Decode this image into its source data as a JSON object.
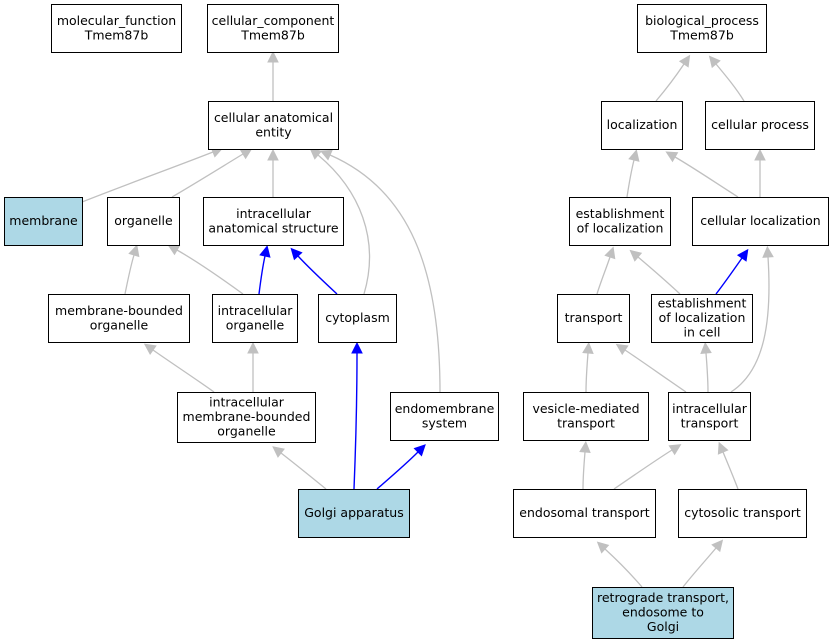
{
  "colors": {
    "highlight_fill": "#add8e6",
    "node_fill": "#ffffff",
    "edge_gray": "#c0c0c0",
    "edge_blue": "#0000ff"
  },
  "nodes": [
    {
      "id": "molecular_function",
      "lines": [
        "molecular_function",
        "Tmem87b"
      ],
      "highlight": false
    },
    {
      "id": "cellular_component",
      "lines": [
        "cellular_component",
        "Tmem87b"
      ],
      "highlight": false
    },
    {
      "id": "biological_process",
      "lines": [
        "biological_process",
        "Tmem87b"
      ],
      "highlight": false
    },
    {
      "id": "cellular_anatomical_entity",
      "lines": [
        "cellular anatomical",
        "entity"
      ],
      "highlight": false
    },
    {
      "id": "localization",
      "lines": [
        "localization"
      ],
      "highlight": false
    },
    {
      "id": "cellular_process",
      "lines": [
        "cellular process"
      ],
      "highlight": false
    },
    {
      "id": "membrane",
      "lines": [
        "membrane"
      ],
      "highlight": true
    },
    {
      "id": "organelle",
      "lines": [
        "organelle"
      ],
      "highlight": false
    },
    {
      "id": "intracellular_anatomical_structure",
      "lines": [
        "intracellular",
        "anatomical structure"
      ],
      "highlight": false
    },
    {
      "id": "establishment_of_localization",
      "lines": [
        "establishment",
        "of localization"
      ],
      "highlight": false
    },
    {
      "id": "cellular_localization",
      "lines": [
        "cellular localization"
      ],
      "highlight": false
    },
    {
      "id": "membrane_bounded_organelle",
      "lines": [
        "membrane-bounded",
        "organelle"
      ],
      "highlight": false
    },
    {
      "id": "intracellular_organelle",
      "lines": [
        "intracellular",
        "organelle"
      ],
      "highlight": false
    },
    {
      "id": "cytoplasm",
      "lines": [
        "cytoplasm"
      ],
      "highlight": false
    },
    {
      "id": "transport",
      "lines": [
        "transport"
      ],
      "highlight": false
    },
    {
      "id": "establishment_of_localization_in_cell",
      "lines": [
        "establishment",
        "of localization",
        "in cell"
      ],
      "highlight": false
    },
    {
      "id": "intracellular_membrane_bounded_organelle",
      "lines": [
        "intracellular",
        "membrane-bounded",
        "organelle"
      ],
      "highlight": false
    },
    {
      "id": "endomembrane_system",
      "lines": [
        "endomembrane",
        "system"
      ],
      "highlight": false
    },
    {
      "id": "vesicle_mediated_transport",
      "lines": [
        "vesicle-mediated",
        "transport"
      ],
      "highlight": false
    },
    {
      "id": "intracellular_transport",
      "lines": [
        "intracellular",
        "transport"
      ],
      "highlight": false
    },
    {
      "id": "golgi_apparatus",
      "lines": [
        "Golgi apparatus"
      ],
      "highlight": true
    },
    {
      "id": "endosomal_transport",
      "lines": [
        "endosomal transport"
      ],
      "highlight": false
    },
    {
      "id": "cytosolic_transport",
      "lines": [
        "cytosolic transport"
      ],
      "highlight": false
    },
    {
      "id": "retrograde_transport",
      "lines": [
        "retrograde transport,",
        "endosome to",
        "Golgi"
      ],
      "highlight": true
    }
  ],
  "edges": [
    {
      "from": "cellular_anatomical_entity",
      "to": "cellular_component",
      "kind": "is_a"
    },
    {
      "from": "localization",
      "to": "biological_process",
      "kind": "is_a"
    },
    {
      "from": "cellular_process",
      "to": "biological_process",
      "kind": "is_a"
    },
    {
      "from": "membrane",
      "to": "cellular_anatomical_entity",
      "kind": "is_a"
    },
    {
      "from": "organelle",
      "to": "cellular_anatomical_entity",
      "kind": "is_a"
    },
    {
      "from": "intracellular_anatomical_structure",
      "to": "cellular_anatomical_entity",
      "kind": "is_a"
    },
    {
      "from": "cytoplasm",
      "to": "cellular_anatomical_entity",
      "kind": "is_a"
    },
    {
      "from": "endomembrane_system",
      "to": "cellular_anatomical_entity",
      "kind": "is_a"
    },
    {
      "from": "membrane_bounded_organelle",
      "to": "organelle",
      "kind": "is_a"
    },
    {
      "from": "intracellular_organelle",
      "to": "organelle",
      "kind": "is_a"
    },
    {
      "from": "intracellular_organelle",
      "to": "intracellular_anatomical_structure",
      "kind": "part_of"
    },
    {
      "from": "cytoplasm",
      "to": "intracellular_anatomical_structure",
      "kind": "part_of"
    },
    {
      "from": "intracellular_membrane_bounded_organelle",
      "to": "membrane_bounded_organelle",
      "kind": "is_a"
    },
    {
      "from": "intracellular_membrane_bounded_organelle",
      "to": "intracellular_organelle",
      "kind": "is_a"
    },
    {
      "from": "golgi_apparatus",
      "to": "intracellular_membrane_bounded_organelle",
      "kind": "is_a"
    },
    {
      "from": "golgi_apparatus",
      "to": "cytoplasm",
      "kind": "part_of"
    },
    {
      "from": "golgi_apparatus",
      "to": "endomembrane_system",
      "kind": "part_of"
    },
    {
      "from": "establishment_of_localization",
      "to": "localization",
      "kind": "is_a"
    },
    {
      "from": "cellular_localization",
      "to": "localization",
      "kind": "is_a"
    },
    {
      "from": "cellular_localization",
      "to": "cellular_process",
      "kind": "is_a"
    },
    {
      "from": "transport",
      "to": "establishment_of_localization",
      "kind": "is_a"
    },
    {
      "from": "establishment_of_localization_in_cell",
      "to": "establishment_of_localization",
      "kind": "is_a"
    },
    {
      "from": "establishment_of_localization_in_cell",
      "to": "cellular_localization",
      "kind": "part_of"
    },
    {
      "from": "vesicle_mediated_transport",
      "to": "transport",
      "kind": "is_a"
    },
    {
      "from": "intracellular_transport",
      "to": "transport",
      "kind": "is_a"
    },
    {
      "from": "intracellular_transport",
      "to": "establishment_of_localization_in_cell",
      "kind": "is_a"
    },
    {
      "from": "intracellular_transport",
      "to": "cellular_localization",
      "kind": "is_a"
    },
    {
      "from": "endosomal_transport",
      "to": "vesicle_mediated_transport",
      "kind": "is_a"
    },
    {
      "from": "endosomal_transport",
      "to": "intracellular_transport",
      "kind": "is_a"
    },
    {
      "from": "cytosolic_transport",
      "to": "intracellular_transport",
      "kind": "is_a"
    },
    {
      "from": "retrograde_transport",
      "to": "endosomal_transport",
      "kind": "is_a"
    },
    {
      "from": "retrograde_transport",
      "to": "cytosolic_transport",
      "kind": "is_a"
    }
  ]
}
